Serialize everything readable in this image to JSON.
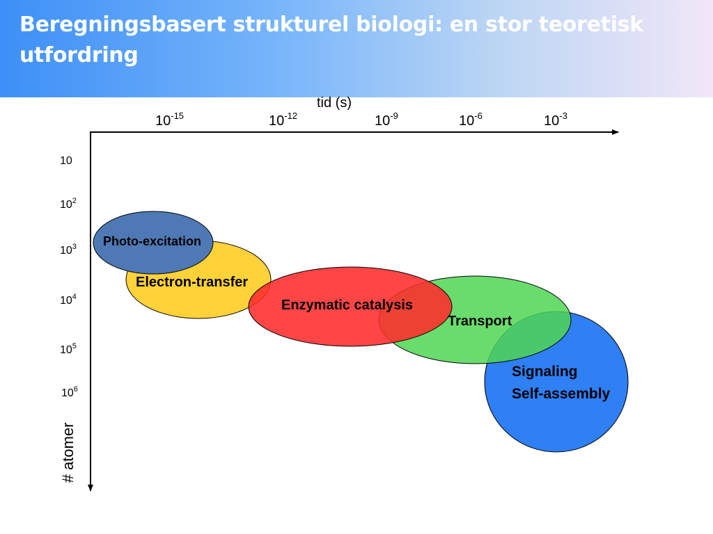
{
  "title": "Beregningsbasert strukturel biologi: en stor teoretisk utfordring",
  "x_axis": {
    "label": "tid (s)",
    "ticks": [
      {
        "base": "10",
        "exp": "-15"
      },
      {
        "base": "10",
        "exp": "-12"
      },
      {
        "base": "10",
        "exp": "-9"
      },
      {
        "base": "10",
        "exp": "-6"
      },
      {
        "base": "10",
        "exp": "-3"
      }
    ]
  },
  "y_axis": {
    "label": "# atomer",
    "ticks": [
      {
        "base": "10",
        "exp": ""
      },
      {
        "base": "10",
        "exp": "2"
      },
      {
        "base": "10",
        "exp": "3"
      },
      {
        "base": "10",
        "exp": "4"
      },
      {
        "base": "10",
        "exp": "5"
      },
      {
        "base": "10",
        "exp": "6"
      }
    ]
  },
  "regions": {
    "electron": {
      "label": "Electron-transfer",
      "color": "#ffd23a"
    },
    "photo": {
      "label": "Photo-excitation",
      "color": "#4f79b5"
    },
    "enzymatic": {
      "label": "Enzymatic catalysis",
      "color": "#ff2b2b"
    },
    "transport": {
      "label": "Transport",
      "color": "#4fd653"
    },
    "signaling": {
      "label_line1": "Signaling",
      "label_line2": "Self-assembly",
      "color": "#2f7ff5"
    }
  }
}
